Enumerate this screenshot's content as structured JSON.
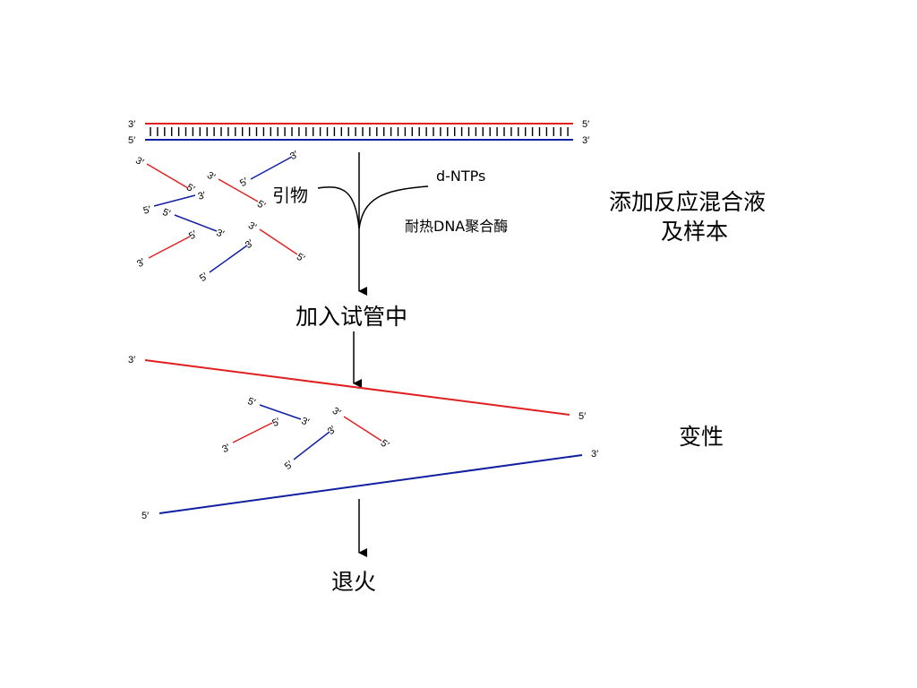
{
  "colors": {
    "strand_top": "#e02020",
    "strand_bottom": "#1020a0",
    "ink": "#000000"
  },
  "end_labels": {
    "three": "3′",
    "five": "5′"
  },
  "labels": {
    "primer": "引物",
    "dntps": "d-NTPs",
    "polymerase": "耐热DNA聚合酶",
    "add_to_tube": "加入试管中",
    "step_add_line1": "添加反应混合液",
    "step_add_line2": "及样本",
    "denature": "变性",
    "anneal": "退火"
  }
}
